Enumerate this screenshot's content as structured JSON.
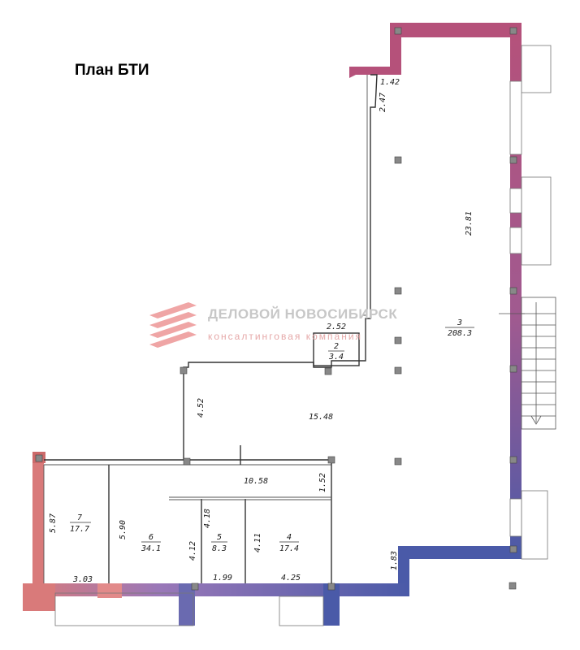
{
  "title": "План БТИ",
  "watermark": {
    "line1": "ДЕЛОВОЙ НОВОСИБИРСК",
    "line2": "консалтинговая компания",
    "logo_color": "#e98080",
    "text_color": "#c7c7c7"
  },
  "colors": {
    "outer_wall_top": "#b5517a",
    "outer_wall_bottom": "#4a5aa8",
    "outer_wall_left": "#d97a7a",
    "column": "#888888"
  },
  "rooms": [
    {
      "number": "7",
      "area": "17.7"
    },
    {
      "number": "6",
      "area": "34.1"
    },
    {
      "number": "5",
      "area": "8.3"
    },
    {
      "number": "4",
      "area": "17.4"
    },
    {
      "number": "2",
      "area": "3.4"
    },
    {
      "number": "3",
      "area": "208.3"
    }
  ],
  "dimensions": {
    "d1_42": "1.42",
    "d2_47": "2.47",
    "d23_81": "23.81",
    "d2_52": "2.52",
    "d4_52": "4.52",
    "d15_48": "15.48",
    "d10_58": "10.58",
    "d1_52": "1.52",
    "d5_87": "5.87",
    "d5_90": "5.90",
    "d4_18": "4.18",
    "d4_12": "4.12",
    "d4_11": "4.11",
    "d3_03": "3.03",
    "d1_99": "1.99",
    "d4_25": "4.25",
    "d1_83": "1.83"
  }
}
